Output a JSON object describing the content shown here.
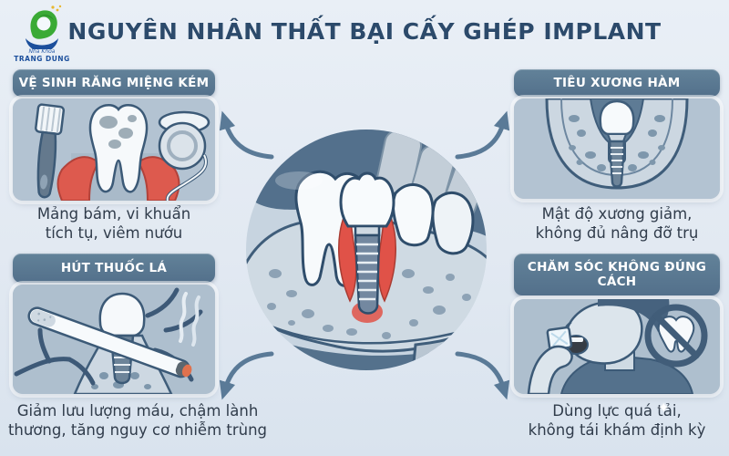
{
  "page": {
    "title": "NGUYÊN NHÂN THẤT BẠI CẤY GHÉP IMPLANT"
  },
  "logo": {
    "clinic_prefix": "Nha Khoa",
    "clinic_name": "TRANG DUNG"
  },
  "sections": {
    "hygiene": {
      "heading": "VỆ SINH RĂNG MIỆNG KÉM",
      "caption": [
        "Mảng bám, vi khuẩn",
        "tích tụ, viêm nướu"
      ],
      "illustration": "toothbrush-stained-tooth-floss"
    },
    "bone_loss": {
      "heading": "TIÊU XƯƠNG HÀM",
      "caption": [
        "Mật độ xương giảm,",
        "không đủ nâng đỡ trụ"
      ],
      "illustration": "implant-in-resorbed-jawbone"
    },
    "smoking": {
      "heading": "HÚT THUỐC LÁ",
      "caption": [
        "Giảm lưu lượng máu, chậm lành",
        "thương, tăng nguy cơ nhiễm trùng"
      ],
      "illustration": "cigarette-over-implant-blood-vessels"
    },
    "improper_care": {
      "heading": "CHĂM SÓC KHÔNG ĐÚNG CÁCH",
      "caption": [
        "Dùng lực quá tải,",
        "không tái khám định kỳ"
      ],
      "illustration": "man-biting-ice-crossed-out-tooth"
    }
  },
  "center": {
    "illustration": "jaw-cross-section-implant-inflammation"
  },
  "colors": {
    "title": "#2c4a6b",
    "header_bg": "#587995",
    "header_text": "#ffffff",
    "caption_text": "#303c4b",
    "background": "#e3eaf2",
    "panel_bg": "#b5c4d3",
    "accent_red": "#dd544a",
    "slate": "#54718c"
  }
}
